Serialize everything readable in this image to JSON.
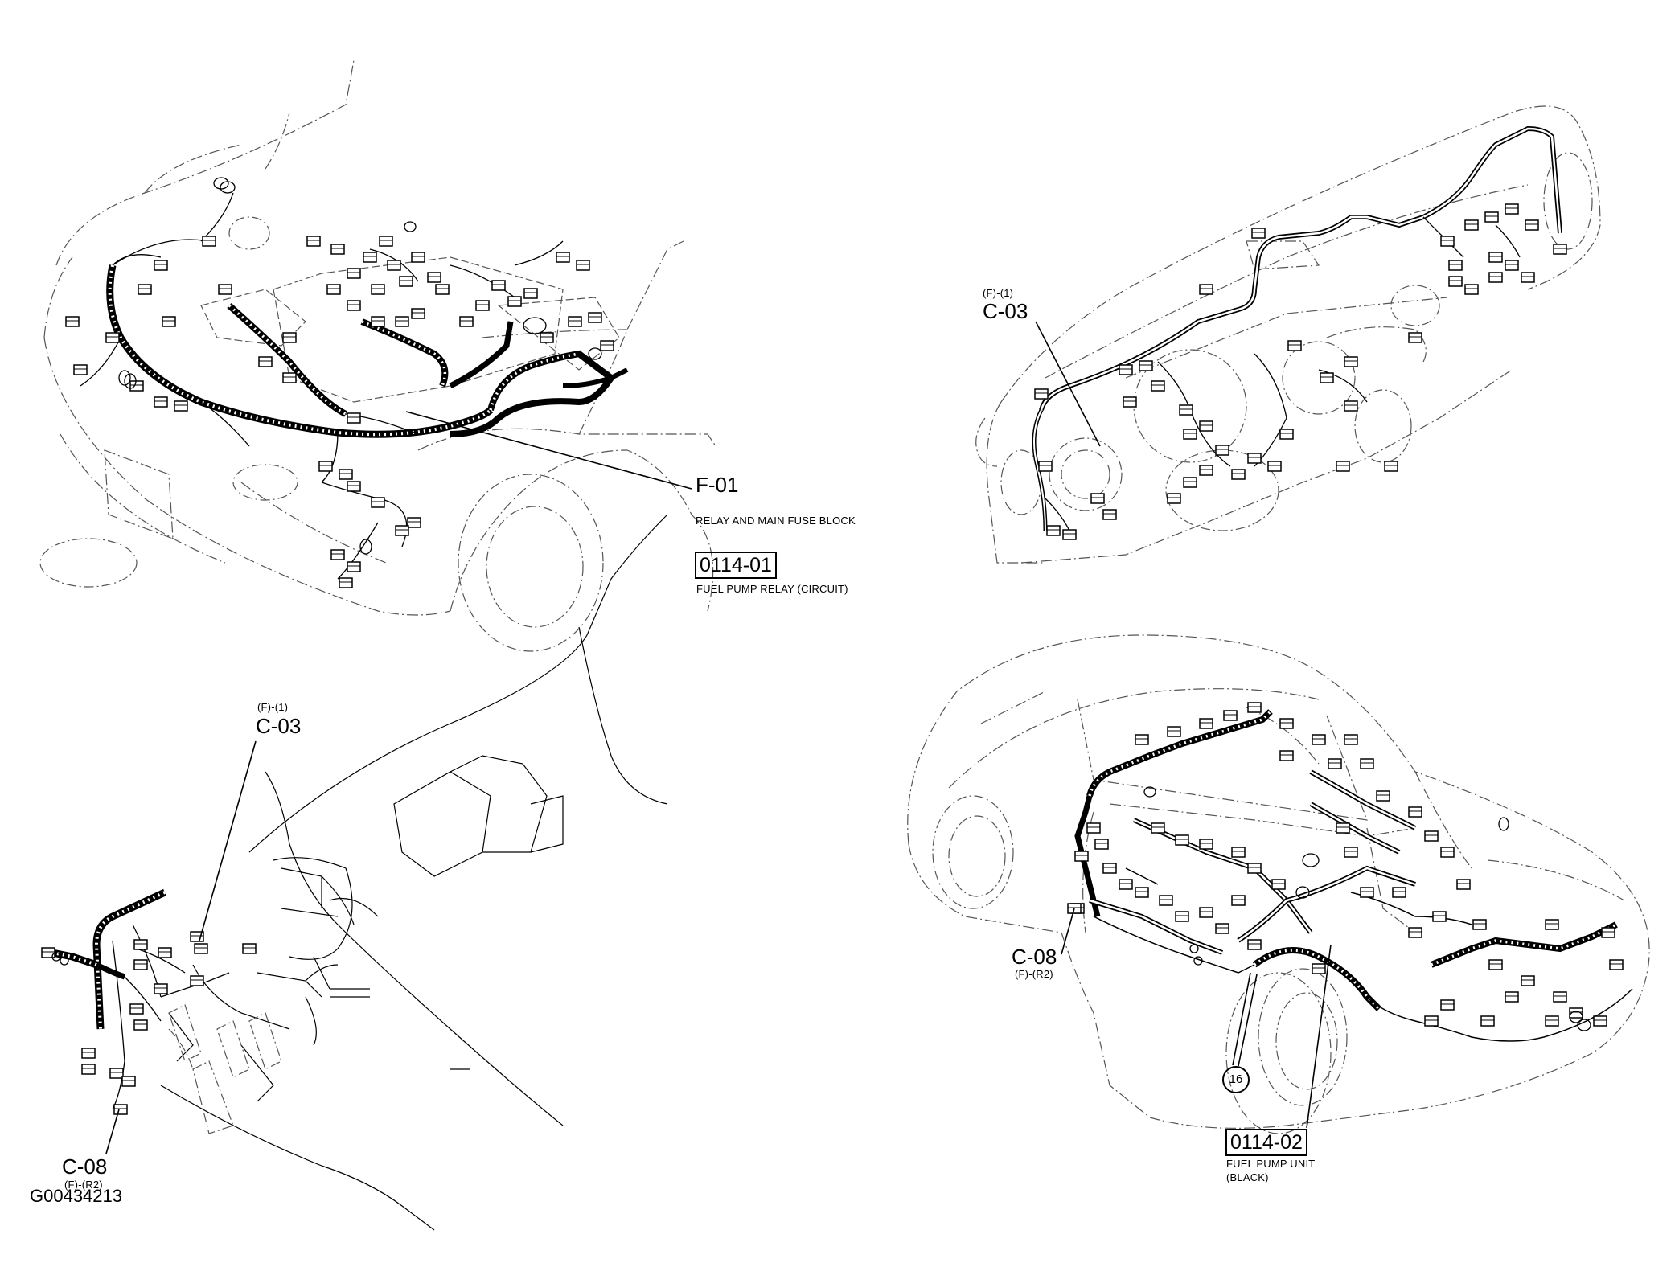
{
  "figure_id": "G00434213",
  "callouts": {
    "f01": {
      "code": "F-01",
      "desc": "RELAY AND MAIN FUSE BLOCK"
    },
    "relay_circuit": {
      "code": "0114-01",
      "desc": "FUEL PUMP RELAY (CIRCUIT)"
    },
    "dash_c03": {
      "sub": "(F)-(1)",
      "code": "C-03"
    },
    "cabin_c03": {
      "sub": "(F)-(1)",
      "code": "C-03"
    },
    "cabin_c08": {
      "code": "C-08",
      "sub": "(F)-(R2)"
    },
    "rear_c08": {
      "code": "C-08",
      "sub": "(F)-(R2)"
    },
    "ground": {
      "code": "16"
    },
    "pump_unit": {
      "code": "0114-02",
      "desc1": "FUEL PUMP UNIT",
      "desc2": "(BLACK)"
    }
  },
  "colors": {
    "line": "#000000",
    "ghost": "#555555",
    "background": "#ffffff"
  }
}
